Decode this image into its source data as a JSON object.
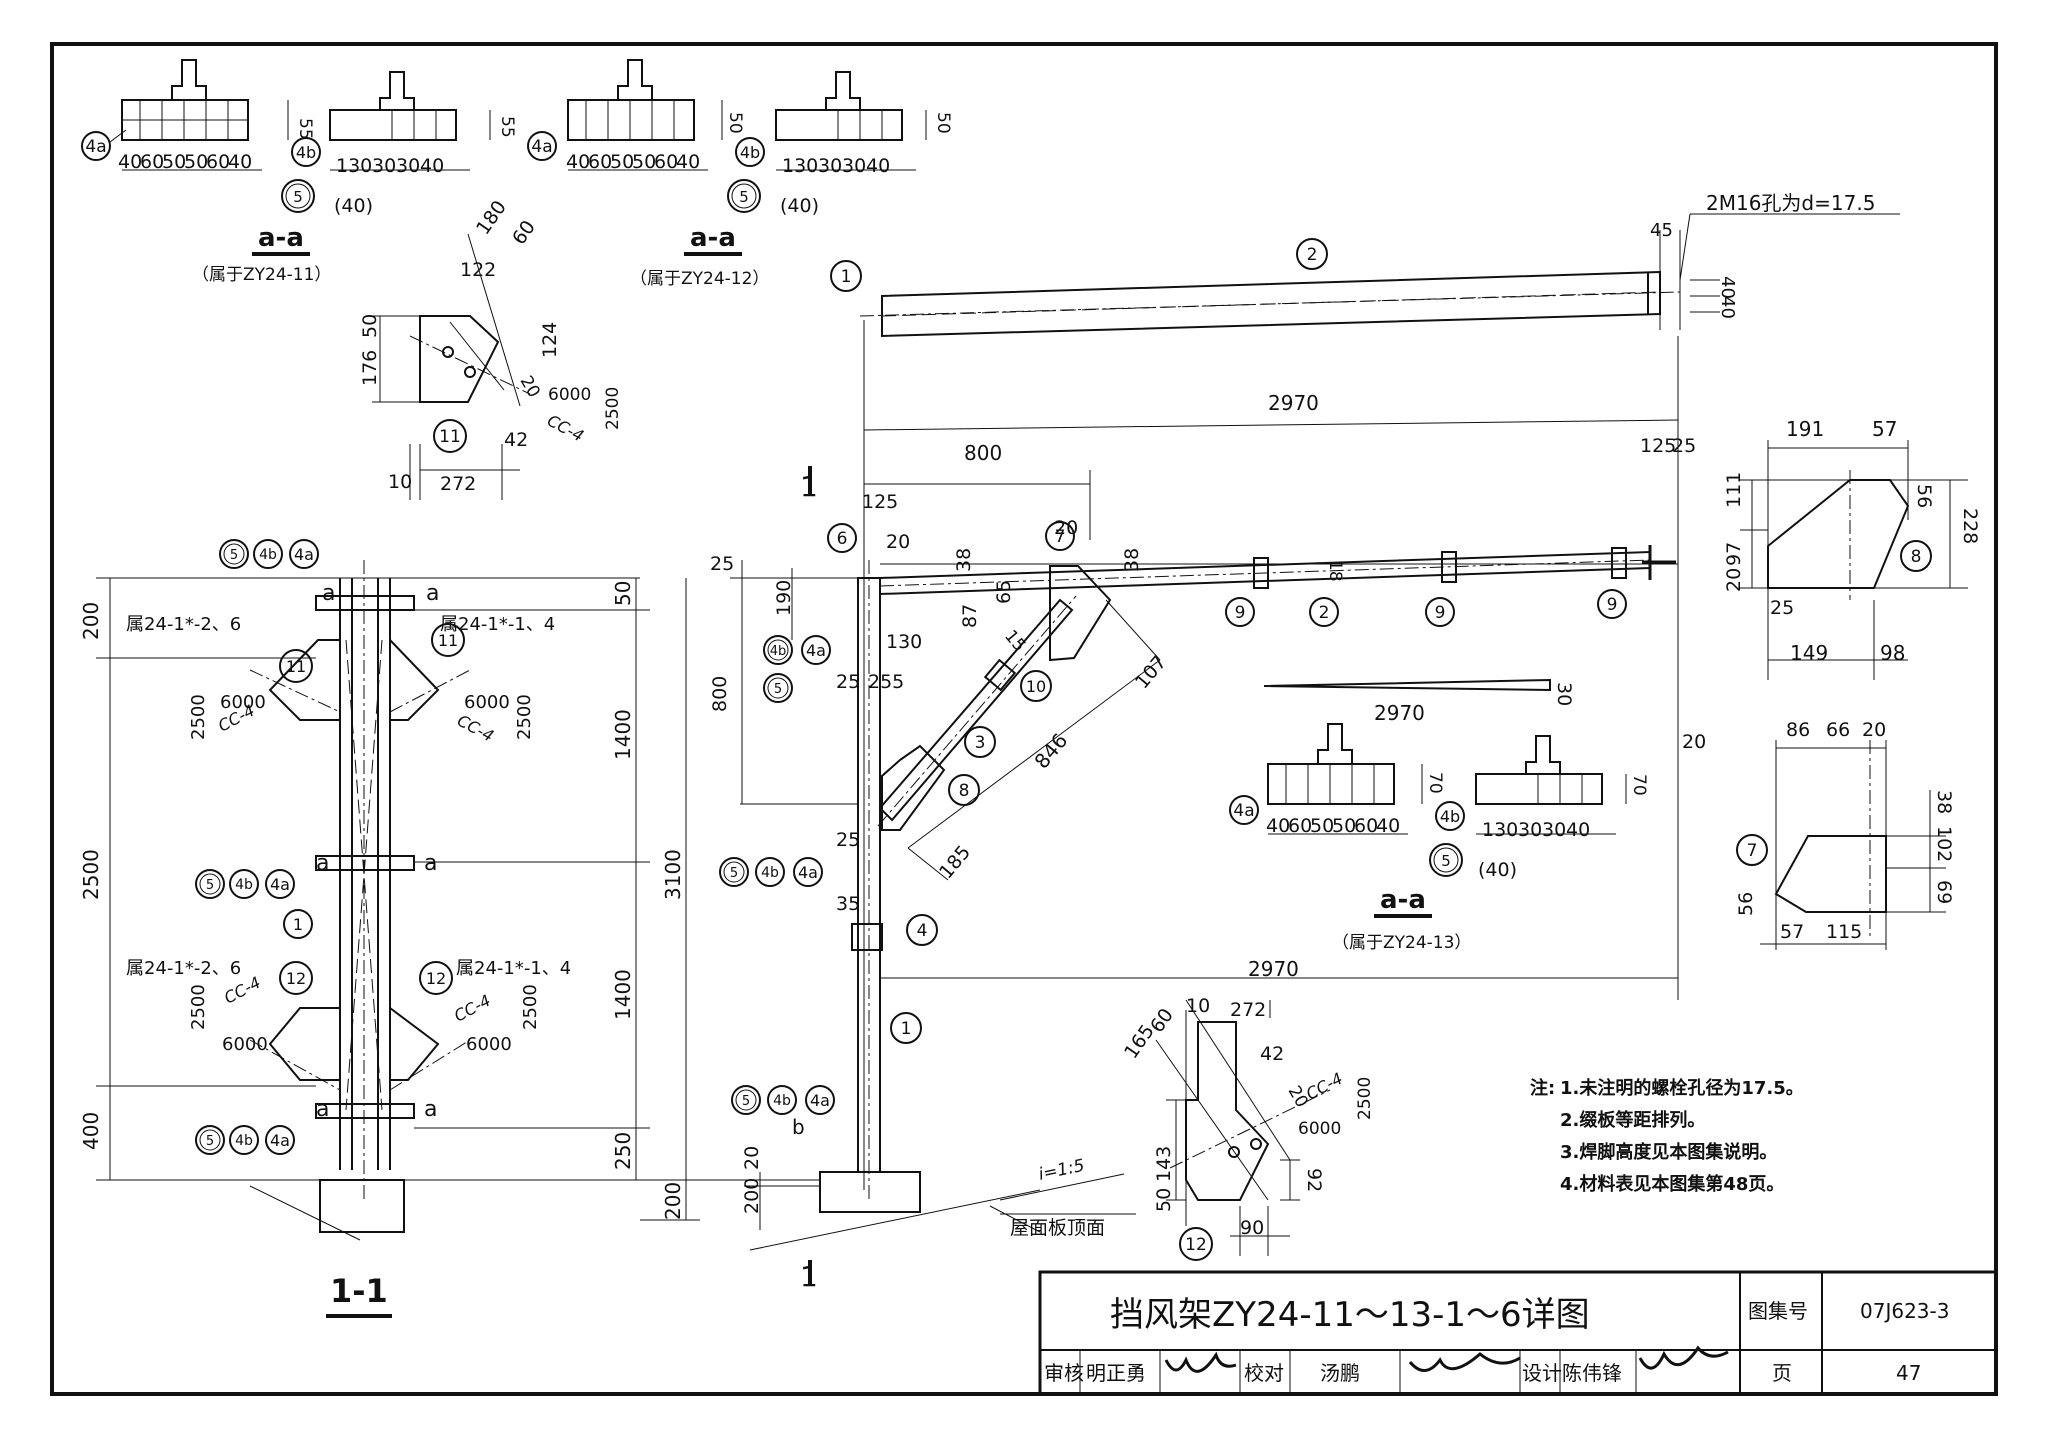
{
  "title_block": {
    "drawing_title": "挡风架ZY24-11～13-1～6详图",
    "atlas_label": "图集号",
    "atlas_number": "07J623-3",
    "page_label": "页",
    "page_number": "47",
    "review_label": "审核",
    "reviewer": "明正勇",
    "check_label": "校对",
    "checker": "汤鹏",
    "design_label": "设计",
    "designer": "陈伟锋"
  },
  "notes": {
    "header": "注:",
    "items": [
      "1.未注明的螺栓孔径为17.5。",
      "2.缀板等距排列。",
      "3.焊脚高度见本图集说明。",
      "4.材料表见本图集第48页。"
    ]
  },
  "sections": {
    "aa_label": "a-a",
    "aa_note_11": "（属于ZY24-11）",
    "aa_note_12": "（属于ZY24-12）",
    "aa_note_13": "（属于ZY24-13）",
    "section_11": "1-1",
    "section_mark": "1",
    "b_mark": "b",
    "a_mark": "a"
  },
  "column_view": {
    "dims_left": [
      "200",
      "2500",
      "400"
    ],
    "dims_right": [
      "50",
      "1400",
      "1400",
      "250"
    ],
    "dims_overall": "3100",
    "dims_base": "200",
    "labels_belong": [
      "属24-1*-2、6",
      "属24-1*-1、4",
      "属24-1*-2、6",
      "属24-1*-1、4"
    ],
    "gusset_dims": [
      "6000",
      "2500",
      "CC-4"
    ]
  },
  "main_view": {
    "top_member_dims": [
      "45",
      "40",
      "40",
      "2970"
    ],
    "bolt_note": "2M16孔为d=17.5",
    "dims": [
      "2970",
      "800",
      "125",
      "25",
      "125",
      "20",
      "25",
      "190",
      "800",
      "87",
      "65",
      "38",
      "130",
      "25",
      "255",
      "20",
      "18",
      "38",
      "15",
      "107",
      "846",
      "185",
      "25",
      "35",
      "20",
      "20",
      "2970",
      "30",
      "2970",
      "200"
    ],
    "slope": "i=1:5",
    "roof_label": "屋面板顶面"
  },
  "plate_4_dims": [
    "40",
    "60",
    "50",
    "50",
    "60",
    "40"
  ],
  "plate_4a_dims": [
    "130",
    "30",
    "30",
    "40"
  ],
  "plate_4b_dim": "(40)",
  "plate_heights": [
    "55",
    "55",
    "50",
    "50",
    "70",
    "70"
  ],
  "gusset_11": {
    "dims": [
      "180",
      "60",
      "122",
      "124",
      "50",
      "176",
      "20",
      "42",
      "10",
      "272",
      "6000",
      "2500",
      "CC-4"
    ]
  },
  "gusset_12": {
    "dims": [
      "10",
      "272",
      "165",
      "60",
      "42",
      "20",
      "143",
      "50",
      "92",
      "90",
      "6000",
      "2500",
      "CC-4"
    ]
  },
  "plate_7": {
    "dims": [
      "191",
      "57",
      "56",
      "111",
      "228",
      "97",
      "20",
      "25",
      "149",
      "98"
    ]
  },
  "plate_6": {
    "dims": [
      "86",
      "66",
      "20",
      "38",
      "102",
      "69",
      "56",
      "57",
      "115"
    ]
  },
  "markers": [
    "1",
    "2",
    "3",
    "4",
    "4a",
    "4b",
    "5",
    "6",
    "7",
    "8",
    "9",
    "10",
    "11",
    "12"
  ]
}
